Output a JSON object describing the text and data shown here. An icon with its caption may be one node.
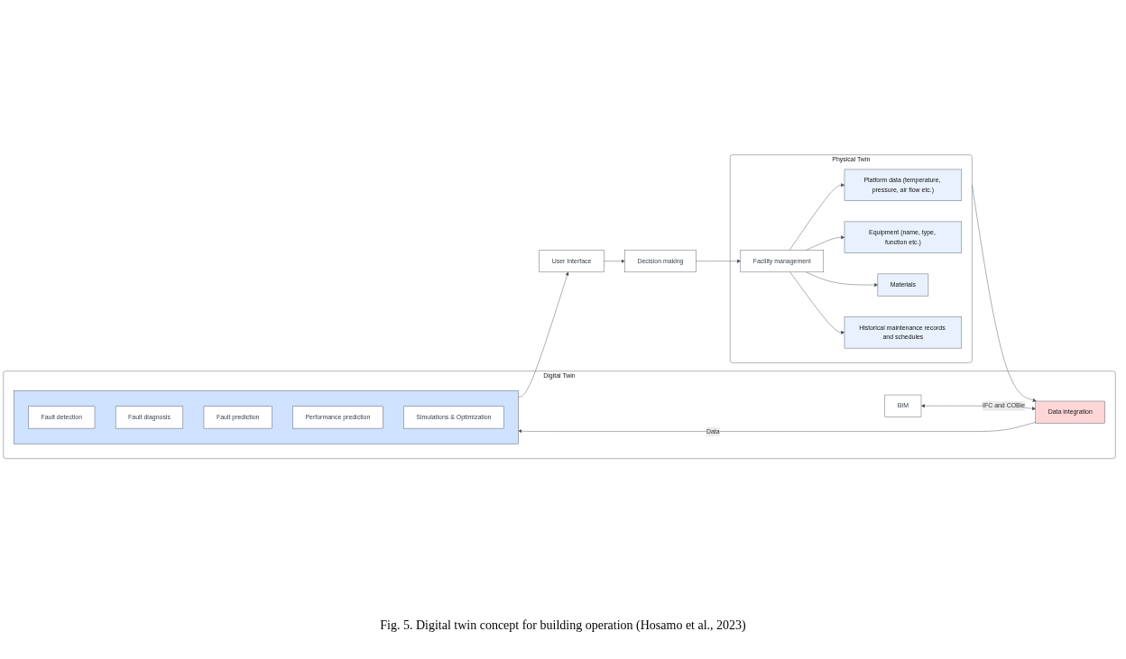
{
  "diagram": {
    "caption": "Fig. 5. Digital twin concept for building operation (Hosamo et al., 2023)",
    "nodes": [
      {
        "text": [
          "Digital Twin"
        ]
      },
      {
        "text": [],
        "shape": "box",
        "in": 0
      },
      {
        "text": [
          "Fault detection"
        ],
        "in": 1
      },
      {
        "text": [
          "Fault diagnosis"
        ],
        "in": 1
      },
      {
        "text": [
          "Fault prediction"
        ],
        "in": 1
      },
      {
        "text": [
          "Performance prediction"
        ],
        "in": 1
      },
      {
        "text": [
          "Simulations & Optimization"
        ],
        "in": 1
      },
      {
        "text": [
          "BIM"
        ],
        "in": 0
      },
      {
        "text": [
          "Data integration"
        ],
        "in": 0
      },
      {
        "text": [
          "Physical Twin"
        ]
      },
      {
        "text": [
          "Platform data (temperature, pressure, air flow etc.)"
        ],
        "in": 9
      },
      {
        "text": [
          "Equipment (name, type, function etc.)"
        ],
        "in": 9
      },
      {
        "text": [
          "Materials"
        ],
        "in": 9
      },
      {
        "text": [
          "Historical maintenance records and schedules"
        ],
        "in": 9
      },
      {
        "text": [
          "Facility management"
        ],
        "in": 9
      },
      {
        "text": [
          "User Interface"
        ]
      },
      {
        "text": [
          "Decision making"
        ]
      }
    ],
    "edges": [
      {
        "from": 1,
        "to": 15,
        "arrow": "to"
      },
      {
        "from": 15,
        "to": 16,
        "arrow": "to"
      },
      {
        "from": 16,
        "to": 14,
        "arrow": "to"
      },
      {
        "from": 14,
        "to": 10,
        "arrow": "to"
      },
      {
        "from": 14,
        "to": 11,
        "arrow": "to"
      },
      {
        "from": 14,
        "to": 12,
        "arrow": "to"
      },
      {
        "from": 14,
        "to": 13,
        "arrow": "to"
      },
      {
        "from": 9,
        "to": 8,
        "arrow": "to"
      },
      {
        "from": 8,
        "to": 1,
        "arrow": "to",
        "label": "Data"
      },
      {
        "from": 7,
        "to": 8,
        "arrow": "both",
        "label": "IFC and COBie"
      }
    ]
  }
}
